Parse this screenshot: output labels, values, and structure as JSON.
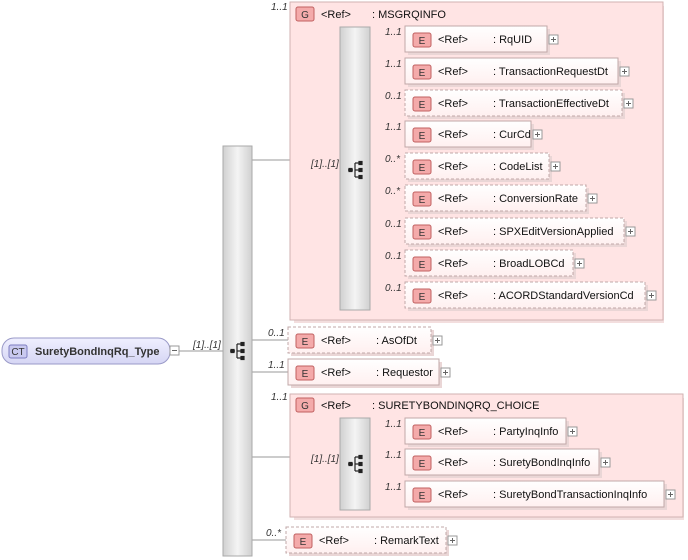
{
  "root": {
    "badge": "CT",
    "name": "SuretyBondInqRq_Type",
    "sequence_card": "[1]..[1]",
    "expand": "−"
  },
  "groups": [
    {
      "badge": "G",
      "ref": "<Ref>",
      "name": ": MSGRQINFO",
      "cardinality": "1..1",
      "sequence_card": "[1]..[1]",
      "elements": [
        {
          "badge": "E",
          "ref": "<Ref>",
          "name": ": RqUID",
          "cardinality": "1..1",
          "optional": false
        },
        {
          "badge": "E",
          "ref": "<Ref>",
          "name": ": TransactionRequestDt",
          "cardinality": "1..1",
          "optional": false
        },
        {
          "badge": "E",
          "ref": "<Ref>",
          "name": ": TransactionEffectiveDt",
          "cardinality": "0..1",
          "optional": true
        },
        {
          "badge": "E",
          "ref": "<Ref>",
          "name": ": CurCd",
          "cardinality": "1..1",
          "optional": false
        },
        {
          "badge": "E",
          "ref": "<Ref>",
          "name": ": CodeList",
          "cardinality": "0..*",
          "optional": true
        },
        {
          "badge": "E",
          "ref": "<Ref>",
          "name": ": ConversionRate",
          "cardinality": "0..*",
          "optional": true
        },
        {
          "badge": "E",
          "ref": "<Ref>",
          "name": ": SPXEditVersionApplied",
          "cardinality": "0..1",
          "optional": true
        },
        {
          "badge": "E",
          "ref": "<Ref>",
          "name": ": BroadLOBCd",
          "cardinality": "0..1",
          "optional": true
        },
        {
          "badge": "E",
          "ref": "<Ref>",
          "name": ": ACORDStandardVersionCd",
          "cardinality": "0..1",
          "optional": true
        }
      ]
    },
    {
      "badge": "G",
      "ref": "<Ref>",
      "name": ": SURETYBONDINQRQ_CHOICE",
      "cardinality": "1..1",
      "sequence_card": "[1]..[1]",
      "elements": [
        {
          "badge": "E",
          "ref": "<Ref>",
          "name": ": PartyInqInfo",
          "cardinality": "1..1",
          "optional": false
        },
        {
          "badge": "E",
          "ref": "<Ref>",
          "name": ": SuretyBondInqInfo",
          "cardinality": "1..1",
          "optional": false
        },
        {
          "badge": "E",
          "ref": "<Ref>",
          "name": ": SuretyBondTransactionInqInfo",
          "cardinality": "1..1",
          "optional": false
        }
      ]
    }
  ],
  "direct_elements": [
    {
      "badge": "E",
      "ref": "<Ref>",
      "name": ": AsOfDt",
      "cardinality": "0..1",
      "optional": true
    },
    {
      "badge": "E",
      "ref": "<Ref>",
      "name": ": Requestor",
      "cardinality": "1..1",
      "optional": false
    },
    {
      "badge": "E",
      "ref": "<Ref>",
      "name": ": RemarkText",
      "cardinality": "0..*",
      "optional": true
    }
  ],
  "expand_glyph": "+",
  "colors": {
    "element_fill": "#fff5f5",
    "element_border": "#c8b8b8",
    "badge_fill": "#f4aaaa",
    "badge_border": "#c06060",
    "group_fill": "#ffe6e6",
    "group_border": "#d0b0b0",
    "root_fill": "#e3e3f8",
    "root_border": "#9a9ac8",
    "bar_fill": "#e8e8e8",
    "line": "#999999"
  }
}
